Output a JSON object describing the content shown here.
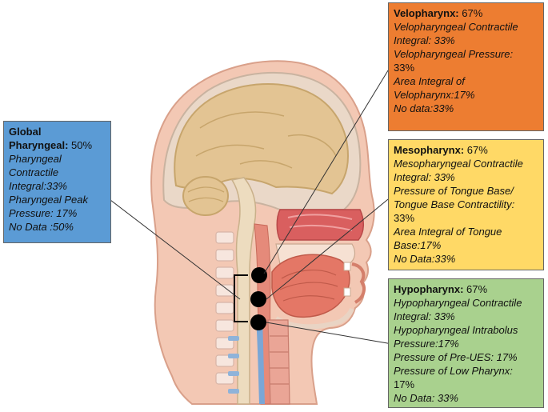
{
  "colors": {
    "global": "#5b9bd5",
    "velopharynx": "#ed7d31",
    "mesopharynx": "#ffd966",
    "hypopharynx": "#a9d18e"
  },
  "illustration": {
    "icon": "head-neck-sagittal-section-icon"
  },
  "global": {
    "title": "Global",
    "title2": "Pharyngeal:",
    "pct": " 50%",
    "lines": [
      "Pharyngeal",
      "Contractile",
      "Integral:33%",
      "Pharyngeal Peak",
      "Pressure: 17%",
      "No Data :50%"
    ]
  },
  "velopharynx": {
    "title": "Velopharynx:",
    "pct": " 67%",
    "lines": [
      "Velopharyngeal Contractile",
      "Integral: 33%",
      "Velopharyngeal Pressure:",
      "33%",
      "Area Integral of",
      "Velopharynx:17%",
      "No data:33%"
    ]
  },
  "mesopharynx": {
    "title": "Mesopharynx:",
    "pct": " 67%",
    "lines": [
      "Mesopharyngeal Contractile",
      "Integral: 33%",
      "Pressure of Tongue Base/",
      "Tongue Base Contractility:",
      "33%",
      "Area Integral of Tongue",
      "Base:17%",
      "No Data:33%"
    ]
  },
  "hypopharynx": {
    "title": "Hypopharynx:",
    "pct": " 67%",
    "lines": [
      "Hypopharyngeal Contractile",
      "Integral: 33%",
      "Hypopharyngeal Intrabolus",
      "Pressure:17%",
      "Pressure of Pre-UES: 17%",
      "Pressure of Low Pharynx:",
      "17%",
      "No Data: 33%"
    ]
  }
}
